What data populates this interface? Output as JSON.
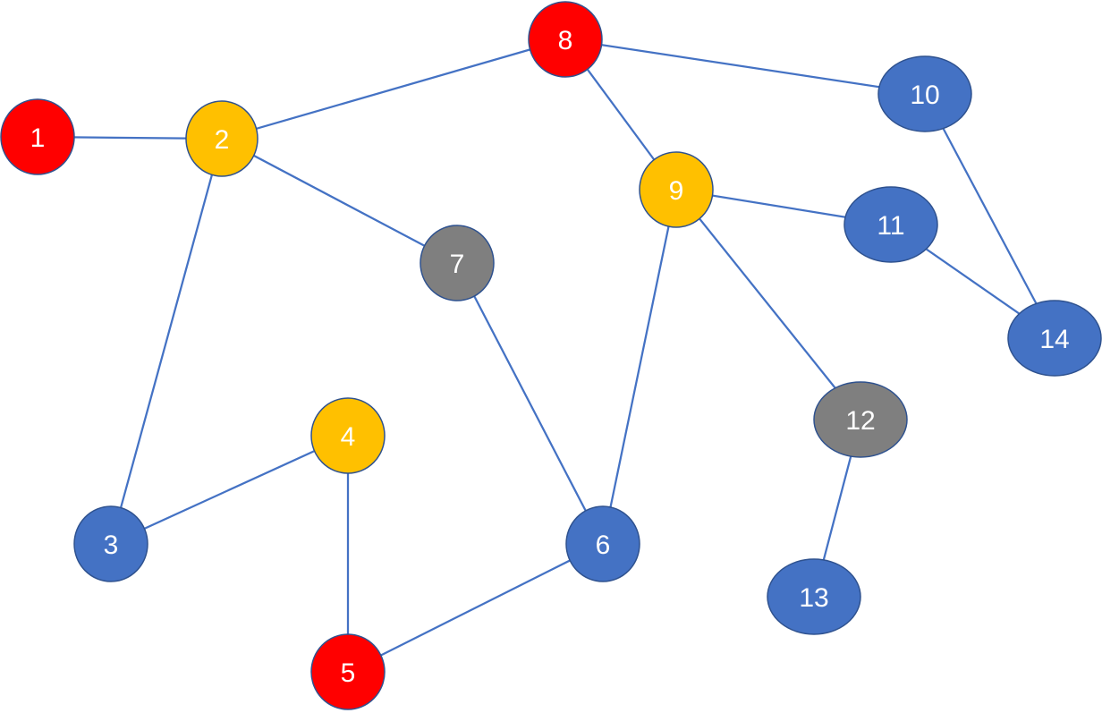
{
  "colors": {
    "red": "#ff0000",
    "yellow": "#ffc000",
    "blue": "#4472c4",
    "gray": "#7f7f7f",
    "edge": "#4472c4",
    "outline": "#2f528f",
    "label": "#ffffff"
  },
  "nodes": [
    {
      "id": "1",
      "label": "1",
      "color": "red"
    },
    {
      "id": "2",
      "label": "2",
      "color": "yellow"
    },
    {
      "id": "3",
      "label": "3",
      "color": "blue"
    },
    {
      "id": "4",
      "label": "4",
      "color": "yellow"
    },
    {
      "id": "5",
      "label": "5",
      "color": "red"
    },
    {
      "id": "6",
      "label": "6",
      "color": "blue"
    },
    {
      "id": "7",
      "label": "7",
      "color": "gray"
    },
    {
      "id": "8",
      "label": "8",
      "color": "red"
    },
    {
      "id": "9",
      "label": "9",
      "color": "yellow"
    },
    {
      "id": "10",
      "label": "10",
      "color": "blue"
    },
    {
      "id": "11",
      "label": "11",
      "color": "blue"
    },
    {
      "id": "12",
      "label": "12",
      "color": "gray"
    },
    {
      "id": "13",
      "label": "13",
      "color": "blue"
    },
    {
      "id": "14",
      "label": "14",
      "color": "blue"
    }
  ],
  "edges": [
    [
      "1",
      "2"
    ],
    [
      "2",
      "8"
    ],
    [
      "2",
      "7"
    ],
    [
      "2",
      "3"
    ],
    [
      "3",
      "4"
    ],
    [
      "4",
      "5"
    ],
    [
      "5",
      "6"
    ],
    [
      "6",
      "7"
    ],
    [
      "6",
      "9"
    ],
    [
      "8",
      "9"
    ],
    [
      "8",
      "10"
    ],
    [
      "9",
      "11"
    ],
    [
      "9",
      "12"
    ],
    [
      "10",
      "14"
    ],
    [
      "11",
      "14"
    ],
    [
      "12",
      "13"
    ]
  ]
}
